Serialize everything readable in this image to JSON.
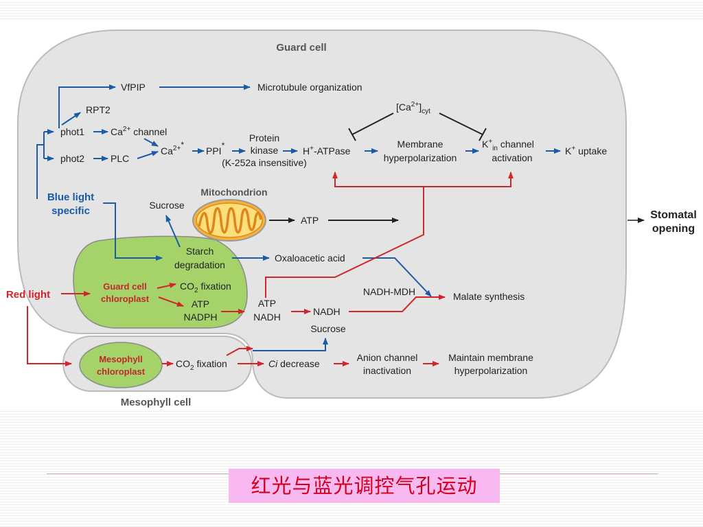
{
  "figure": {
    "guard_cell_title": "Guard cell",
    "mesophyll_cell_title": "Mesophyll cell",
    "stomatal_opening": [
      "Stomatal",
      "opening"
    ],
    "blue_light_label": [
      "Blue light",
      "specific"
    ],
    "red_light_label": "Red light",
    "vfpip": "VfPIP",
    "microtubule": "Microtubule organization",
    "rpt2": "RPT2",
    "phot1": "phot1",
    "phot2": "phot2",
    "ca_channel": "channel",
    "plc": "PLC",
    "ppi": "PPI",
    "protein_kinase": [
      "Protein",
      "kinase"
    ],
    "k252a": "(K-252a insensitive)",
    "atpase": "-ATPase",
    "membrane_hyperpol": [
      "Membrane",
      "hyperpolarization"
    ],
    "k_channel": [
      "channel",
      "activation"
    ],
    "k_uptake": "uptake",
    "ca_cyt": "cyt",
    "mitochondrion": "Mitochondrion",
    "mito_atp": "ATP",
    "sucrose_top": "Sucrose",
    "starch": [
      "Starch",
      "degradation"
    ],
    "oxaloacetic": "Oxaloacetic acid",
    "gc_chloroplast": [
      "Guard cell",
      "chloroplast"
    ],
    "co2_fixation": "fixation",
    "atp_nadph": [
      "ATP",
      "NADPH"
    ],
    "atp_nadh": [
      "ATP",
      "NADH"
    ],
    "nadh": "NADH",
    "nadh_mdh": "NADH-MDH",
    "malate": "Malate synthesis",
    "sucrose_bottom": "Sucrose",
    "meso_chloroplast": [
      "Mesophyll",
      "chloroplast"
    ],
    "meso_co2": "fixation",
    "ci_decrease": "decrease",
    "anion_channel": [
      "Anion channel",
      "inactivation"
    ],
    "maintain": [
      "Maintain membrane",
      "hyperpolarization"
    ]
  },
  "caption": "红光与蓝光调控气孔运动",
  "colors": {
    "blue_arrow": "#1a5aa6",
    "red_arrow": "#d0262b",
    "cell_fill": "#e4e4e4",
    "chloroplast_fill": "#a5d36a",
    "caption_bg": "#f7b9f0",
    "caption_text": "#d1001f"
  }
}
